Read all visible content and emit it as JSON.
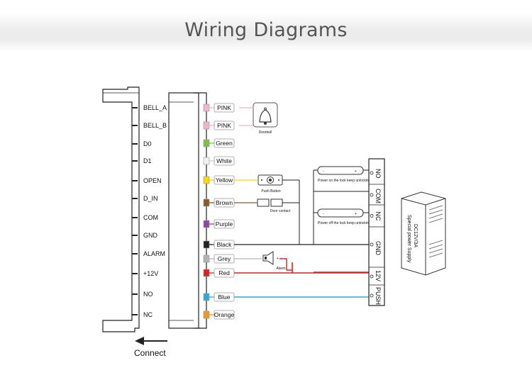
{
  "title": "Wiring Diagrams",
  "controller_pins": [
    "BELL_A",
    "BELL_B",
    "D0",
    "D1",
    "OPEN",
    "D_IN",
    "COM",
    "GND",
    "ALARM",
    "+12V",
    "NO",
    "NC"
  ],
  "wires": [
    {
      "label": "PINK",
      "color": "#f3b3cf"
    },
    {
      "label": "PINK",
      "color": "#f3b3cf"
    },
    {
      "label": "Green",
      "color": "#7cc242"
    },
    {
      "label": "White",
      "color": "#f0f0f0"
    },
    {
      "label": "Yellow",
      "color": "#ffd700"
    },
    {
      "label": "Brown",
      "color": "#8b5a2b"
    },
    {
      "label": "Purple",
      "color": "#8e44ad"
    },
    {
      "label": "Black",
      "color": "#222222"
    },
    {
      "label": "Grey",
      "color": "#b3b3b3"
    },
    {
      "label": "Red",
      "color": "#e02020"
    },
    {
      "label": "Blue",
      "color": "#29abe2"
    },
    {
      "label": "Orange",
      "color": "#f7941d"
    }
  ],
  "devices": {
    "doorbell": "Doorbell",
    "push_button": "Push Button",
    "door_contact": "Door contact",
    "alarm": "Alarm"
  },
  "locks": {
    "no_note": "Power on the lock keep unlocking",
    "nc_note": "Power off the lock keep unlocking"
  },
  "power_supply": {
    "terminals": [
      "NO",
      "COM",
      "NC",
      "GND",
      "12V",
      "PUSH"
    ],
    "label_line1": "DC12V/3A",
    "label_line2": "Special power Supply"
  },
  "connect_label": "Connect"
}
